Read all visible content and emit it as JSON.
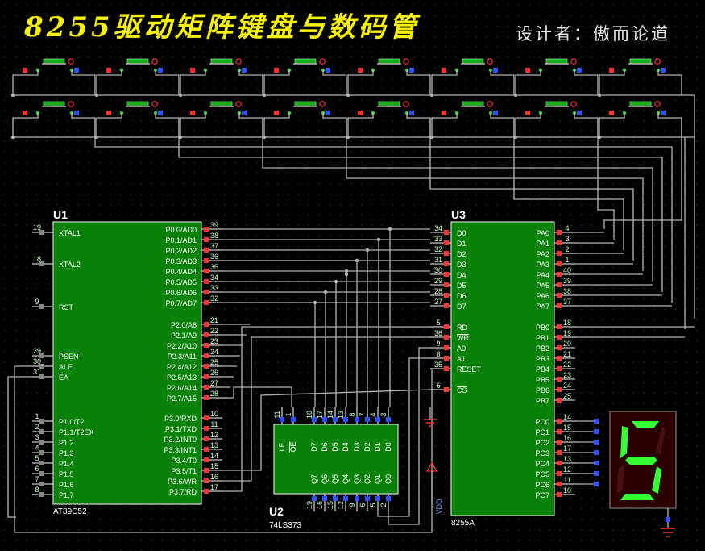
{
  "title": "8255驱动矩阵键盘与数码管",
  "author": "设计者：傲而论道",
  "colors": {
    "chip": "#078207",
    "wire": "#b4b4b4",
    "pin": "#c8c8c8",
    "red": "#ff3030",
    "blue": "#3050ff",
    "label": "#ffffff",
    "num": "#c8ffc8",
    "display_on": "#33ff33"
  },
  "u1": {
    "ref": "U1",
    "part": "AT89C52",
    "left_pins": [
      {
        "num": "19",
        "label": "XTAL1"
      },
      {
        "num": "18",
        "label": "XTAL2"
      },
      {
        "num": "9",
        "label": "RST"
      },
      {
        "num": "29",
        "label": "PSEN"
      },
      {
        "num": "30",
        "label": "ALE"
      },
      {
        "num": "31",
        "label": "EA"
      },
      {
        "num": "1",
        "label": "P1.0/T2"
      },
      {
        "num": "2",
        "label": "P1.1/T2EX"
      },
      {
        "num": "3",
        "label": "P1.2"
      },
      {
        "num": "4",
        "label": "P1.3"
      },
      {
        "num": "5",
        "label": "P1.4"
      },
      {
        "num": "6",
        "label": "P1.5"
      },
      {
        "num": "7",
        "label": "P1.6"
      },
      {
        "num": "8",
        "label": "P1.7"
      }
    ],
    "right_pins": [
      {
        "num": "39",
        "label": "P0.0/AD0"
      },
      {
        "num": "38",
        "label": "P0.1/AD1"
      },
      {
        "num": "37",
        "label": "P0.2/AD2"
      },
      {
        "num": "36",
        "label": "P0.3/AD3"
      },
      {
        "num": "35",
        "label": "P0.4/AD4"
      },
      {
        "num": "34",
        "label": "P0.5/AD5"
      },
      {
        "num": "33",
        "label": "P0.6/AD6"
      },
      {
        "num": "32",
        "label": "P0.7/AD7"
      },
      {
        "num": "21",
        "label": "P2.0/A8"
      },
      {
        "num": "22",
        "label": "P2.1/A9"
      },
      {
        "num": "23",
        "label": "P2.2/A10"
      },
      {
        "num": "24",
        "label": "P2.3/A11"
      },
      {
        "num": "25",
        "label": "P2.4/A12"
      },
      {
        "num": "26",
        "label": "P2.5/A13"
      },
      {
        "num": "27",
        "label": "P2.6/A14"
      },
      {
        "num": "28",
        "label": "P2.7/A15"
      },
      {
        "num": "10",
        "label": "P3.0/RXD"
      },
      {
        "num": "11",
        "label": "P3.1/TXD"
      },
      {
        "num": "12",
        "label": "P3.2/INT0"
      },
      {
        "num": "13",
        "label": "P3.3/INT1"
      },
      {
        "num": "14",
        "label": "P3.4/T0"
      },
      {
        "num": "15",
        "label": "P3.5/T1"
      },
      {
        "num": "16",
        "label": "P3.6/WR"
      },
      {
        "num": "17",
        "label": "P3.7/RD"
      }
    ]
  },
  "u2": {
    "ref": "U2",
    "part": "74LS373",
    "top_pins": [
      {
        "num": "11",
        "label": "LE"
      },
      {
        "num": "1",
        "label": "OE"
      },
      {
        "num": "18",
        "label": "D7"
      },
      {
        "num": "17",
        "label": "D6"
      },
      {
        "num": "14",
        "label": "D5"
      },
      {
        "num": "13",
        "label": "D4"
      },
      {
        "num": "8",
        "label": "D3"
      },
      {
        "num": "7",
        "label": "D2"
      },
      {
        "num": "4",
        "label": "D1"
      },
      {
        "num": "3",
        "label": "D0"
      }
    ],
    "bottom_pins": [
      {
        "num": "19",
        "label": "Q7"
      },
      {
        "num": "16",
        "label": "Q6"
      },
      {
        "num": "15",
        "label": "Q5"
      },
      {
        "num": "12",
        "label": "Q4"
      },
      {
        "num": "9",
        "label": "Q3"
      },
      {
        "num": "6",
        "label": "Q2"
      },
      {
        "num": "5",
        "label": "Q1"
      },
      {
        "num": "2",
        "label": "Q0"
      }
    ]
  },
  "u3": {
    "ref": "U3",
    "part": "8255A",
    "left_pins": [
      {
        "num": "34",
        "label": "D0"
      },
      {
        "num": "33",
        "label": "D1"
      },
      {
        "num": "32",
        "label": "D2"
      },
      {
        "num": "31",
        "label": "D3"
      },
      {
        "num": "30",
        "label": "D4"
      },
      {
        "num": "29",
        "label": "D5"
      },
      {
        "num": "28",
        "label": "D6"
      },
      {
        "num": "27",
        "label": "D7"
      },
      {
        "num": "5",
        "label": "RD"
      },
      {
        "num": "36",
        "label": "WR"
      },
      {
        "num": "9",
        "label": "A0"
      },
      {
        "num": "8",
        "label": "A1"
      },
      {
        "num": "35",
        "label": "RESET"
      },
      {
        "num": "6",
        "label": "CS"
      }
    ],
    "right_pins": [
      {
        "num": "4",
        "label": "PA0"
      },
      {
        "num": "3",
        "label": "PA1"
      },
      {
        "num": "2",
        "label": "PA2"
      },
      {
        "num": "1",
        "label": "PA3"
      },
      {
        "num": "40",
        "label": "PA4"
      },
      {
        "num": "39",
        "label": "PA5"
      },
      {
        "num": "38",
        "label": "PA6"
      },
      {
        "num": "37",
        "label": "PA7"
      },
      {
        "num": "18",
        "label": "PB0"
      },
      {
        "num": "19",
        "label": "PB1"
      },
      {
        "num": "20",
        "label": "PB2"
      },
      {
        "num": "21",
        "label": "PB3"
      },
      {
        "num": "22",
        "label": "PB4"
      },
      {
        "num": "23",
        "label": "PB5"
      },
      {
        "num": "24",
        "label": "PB6"
      },
      {
        "num": "25",
        "label": "PB7"
      },
      {
        "num": "14",
        "label": "PC0"
      },
      {
        "num": "15",
        "label": "PC1"
      },
      {
        "num": "16",
        "label": "PC2"
      },
      {
        "num": "17",
        "label": "PC3"
      },
      {
        "num": "13",
        "label": "PC4"
      },
      {
        "num": "12",
        "label": "PC5"
      },
      {
        "num": "11",
        "label": "PC6"
      },
      {
        "num": "10",
        "label": "PC7"
      }
    ]
  },
  "vdd_label": "VDD",
  "display_digit": "5"
}
